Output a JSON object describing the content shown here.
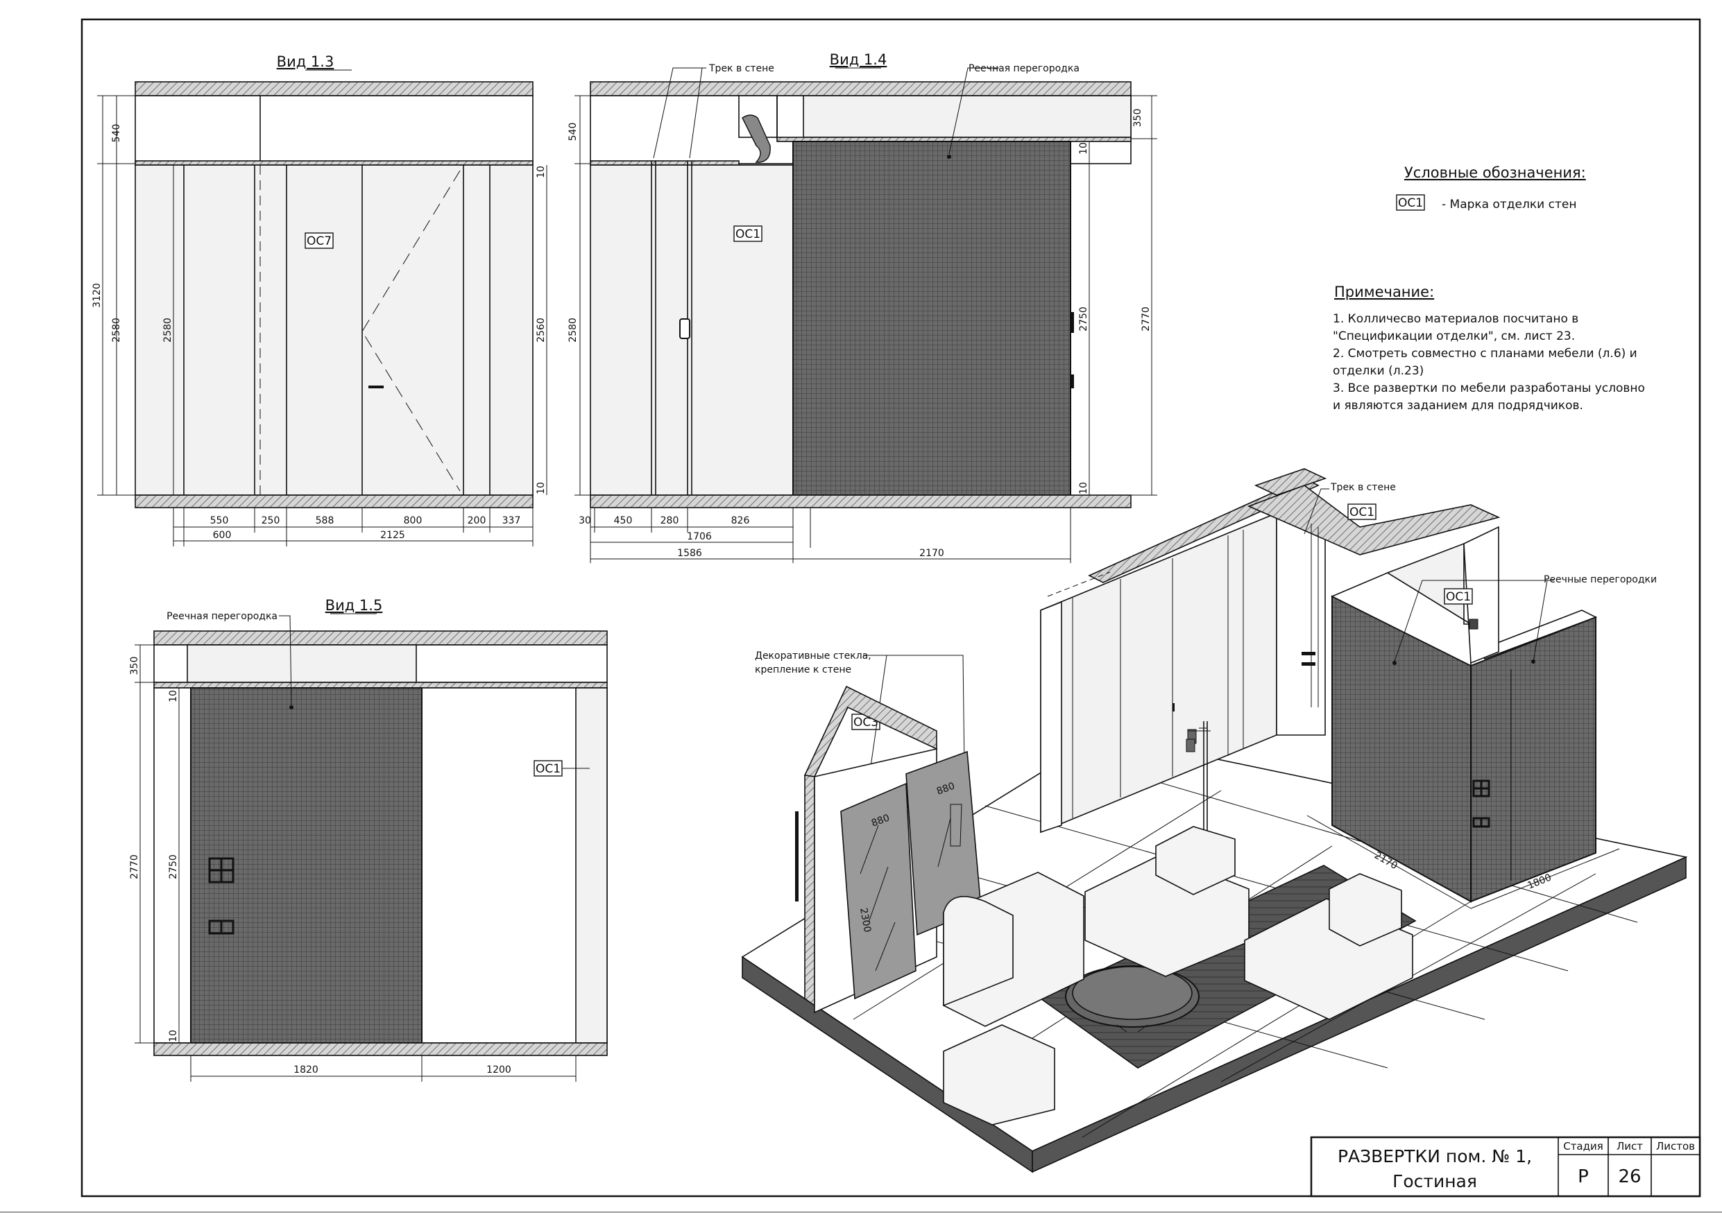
{
  "views": {
    "v13": {
      "title": "Вид 1.3",
      "mark": "ОС7",
      "dims_bottom": [
        "550",
        "250",
        "588",
        "800",
        "200",
        "337"
      ],
      "dims_bottom2": [
        "600",
        "2125"
      ],
      "dims_left": [
        "540",
        "2580",
        "3120",
        "2580"
      ],
      "dims_right": [
        "10",
        "2560",
        "10"
      ]
    },
    "v14": {
      "title": "Вид 1.4",
      "mark": "ОС1",
      "callout_track": "Трек в стене",
      "callout_slats": "Реечная перегородка",
      "dims_bottom": [
        "30",
        "450",
        "280",
        "826"
      ],
      "dims_bottom2": [
        "1706"
      ],
      "dims_bottom3": [
        "1586",
        "2170"
      ],
      "dims_left": [
        "540",
        "2580"
      ],
      "dims_right": [
        "350",
        "10",
        "2750",
        "10",
        "2770"
      ]
    },
    "v15": {
      "title": "Вид 1.5",
      "mark": "ОС1",
      "callout_slats": "Реечная перегородка",
      "dims_bottom": [
        "1820",
        "1200"
      ],
      "dims_left": [
        "350",
        "10",
        "2770",
        "2750",
        "10"
      ]
    }
  },
  "legend": {
    "title": "Условные обозначения:",
    "mark": "ОС1",
    "text": "- Марка отделки стен"
  },
  "notes": {
    "title": "Примечание:",
    "lines": [
      "1. Колличесво материалов посчитано в",
      " \"Спецификации отделки\", см. лист 23.",
      "2. Смотреть совместно с планами мебели (л.6) и",
      " отделки (л.23)",
      "3. Все развертки по мебели разработаны условно",
      " и являются заданием для подрядчиков."
    ]
  },
  "iso": {
    "callout_track": "Трек в стене",
    "callout_slats": "Реечные перегородки",
    "callout_glass": [
      "Декоративные стекла,",
      "крепление к стене"
    ],
    "marks": [
      "ОС1",
      "ОС1",
      "ОС3"
    ],
    "dims": [
      "2170",
      "1800",
      "880",
      "880",
      "2300"
    ]
  },
  "title_block": {
    "name_line1": "РАЗВЕРТКИ пом. № 1,",
    "name_line2": "Гостиная",
    "stage_label": "Стадия",
    "sheet_label": "Лист",
    "sheets_label": "Листов",
    "stage": "Р",
    "sheet": "26",
    "sheets": ""
  }
}
